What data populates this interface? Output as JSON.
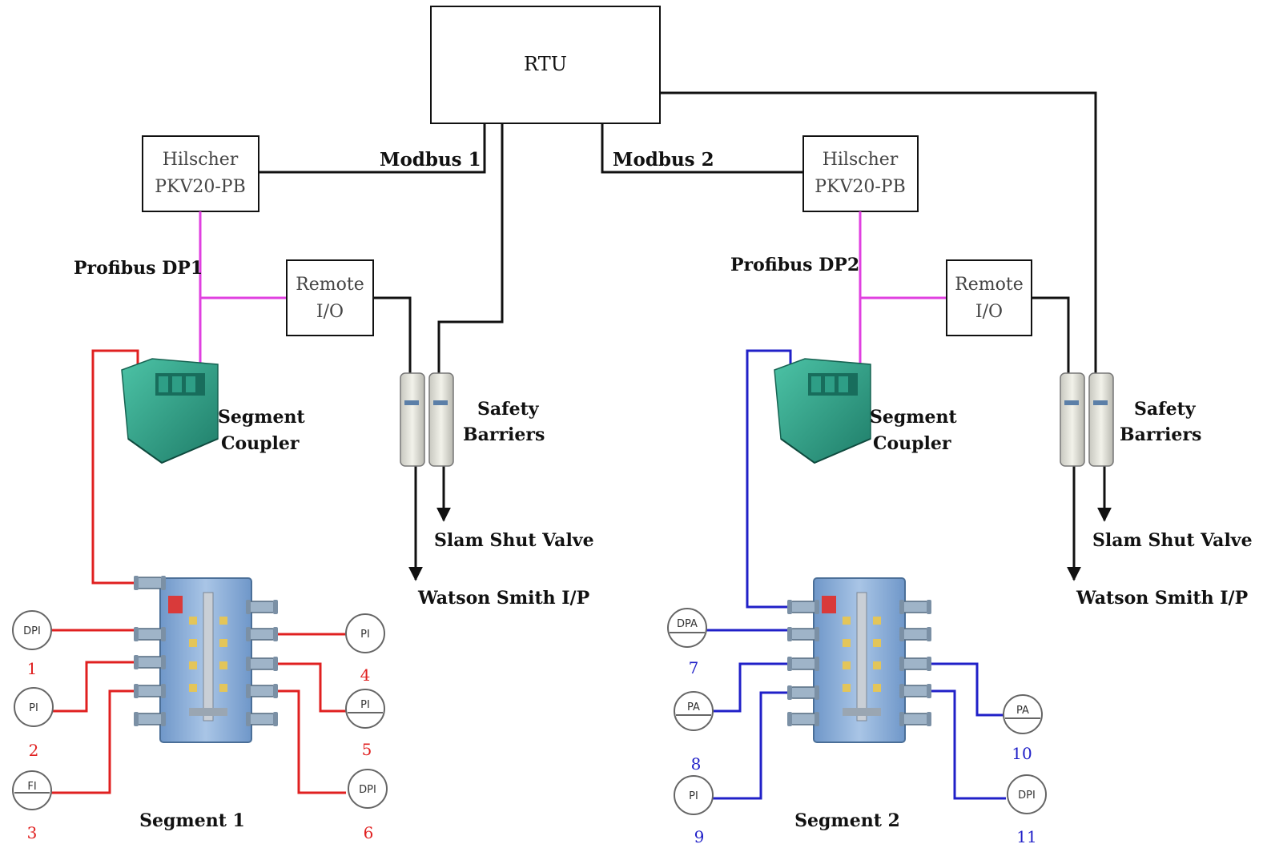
{
  "colors": {
    "line_black": "#111111",
    "profibus": "#e040e0",
    "segment1": "#e02020",
    "segment2": "#2020c8",
    "coupler_green": "#2e9e86",
    "junction_blue": "#8fb3dc"
  },
  "rtu": {
    "label": "RTU"
  },
  "modbus": {
    "link1": "Modbus 1",
    "link2": "Modbus 2"
  },
  "gateways": [
    {
      "line1": "Hilscher",
      "line2": "PKV20-PB"
    },
    {
      "line1": "Hilscher",
      "line2": "PKV20-PB"
    }
  ],
  "profibus": {
    "dp1": "Profibus DP1",
    "dp2": "Profibus DP2"
  },
  "remote_io": [
    {
      "line1": "Remote",
      "line2": "I/O"
    },
    {
      "line1": "Remote",
      "line2": "I/O"
    }
  ],
  "segment_coupler": {
    "line1": "Segment",
    "line2": "Coupler"
  },
  "safety_barriers": {
    "line1": "Safety",
    "line2": "Barriers"
  },
  "outputs": {
    "slam_shut": "Slam Shut Valve",
    "watson_smith": "Watson Smith I/P"
  },
  "segments": [
    {
      "label": "Segment 1",
      "instruments": [
        {
          "tag": "DPI",
          "number": "1"
        },
        {
          "tag": "PI",
          "number": "2"
        },
        {
          "tag": "FI",
          "number": "3"
        },
        {
          "tag": "PI",
          "number": "4"
        },
        {
          "tag": "PI",
          "number": "5"
        },
        {
          "tag": "DPI",
          "number": "6"
        }
      ]
    },
    {
      "label": "Segment 2",
      "instruments": [
        {
          "tag": "DPA",
          "number": "7"
        },
        {
          "tag": "PA",
          "number": "8"
        },
        {
          "tag": "PI",
          "number": "9"
        },
        {
          "tag": "PA",
          "number": "10"
        },
        {
          "tag": "DPI",
          "number": "11"
        }
      ]
    }
  ]
}
